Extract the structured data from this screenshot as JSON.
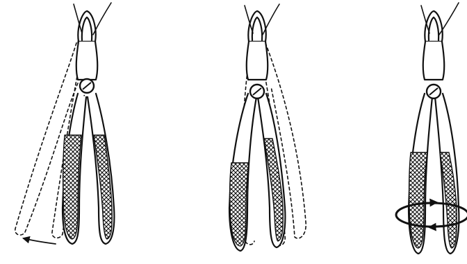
{
  "figures": [
    {
      "id": "lateral-movement",
      "motion": "lateral",
      "ghost": "left"
    },
    {
      "id": "buccal-lingual-movement",
      "motion": "buccal-lingual",
      "ghost": "both"
    },
    {
      "id": "rotational-movement",
      "motion": "rotation",
      "ghost": "none"
    }
  ],
  "colors": {
    "ink": "#111111",
    "paper": "#ffffff"
  },
  "icons": [
    "forceps-icon",
    "pivot-screw-icon",
    "arrow-icon",
    "rotation-arrow-icon"
  ]
}
